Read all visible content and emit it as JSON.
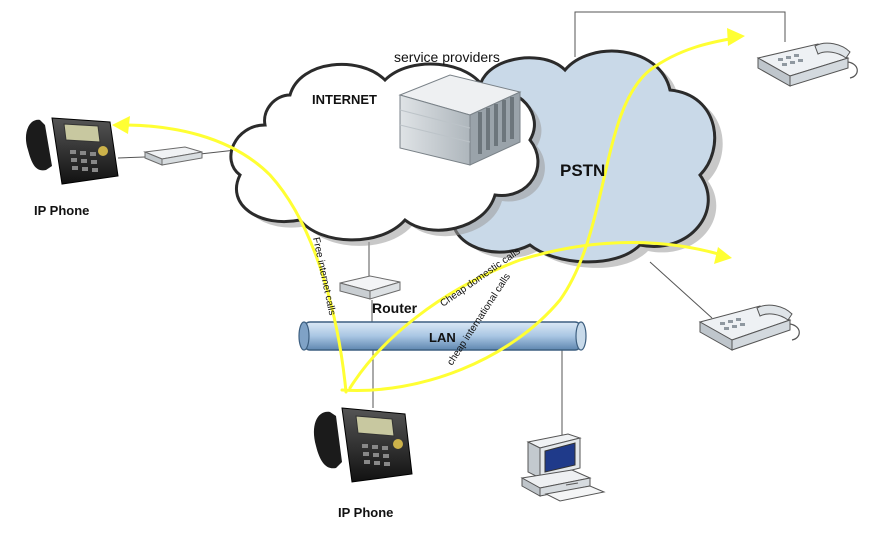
{
  "labels": {
    "internet": "INTERNET",
    "pstn": "PSTN",
    "service_providers": "service providers",
    "lan": "LAN",
    "router": "Router",
    "ip_phone_left": "IP Phone",
    "ip_phone_bottom": "IP Phone"
  },
  "call_paths": {
    "free_internet": "Free internet calls",
    "cheap_domestic": "Cheap domestic calls",
    "cheap_international": "cheap international calls"
  },
  "colors": {
    "internet_cloud": "#ffffff",
    "pstn_cloud": "#c9d9e8",
    "call_arrow": "#ffff33",
    "lan_bus": "#a9c6e3",
    "wire": "#555555"
  },
  "icons": [
    "ip-phone-icon",
    "modem-icon",
    "router-icon",
    "server-rack-icon",
    "desk-phone-icon",
    "computer-icon"
  ]
}
